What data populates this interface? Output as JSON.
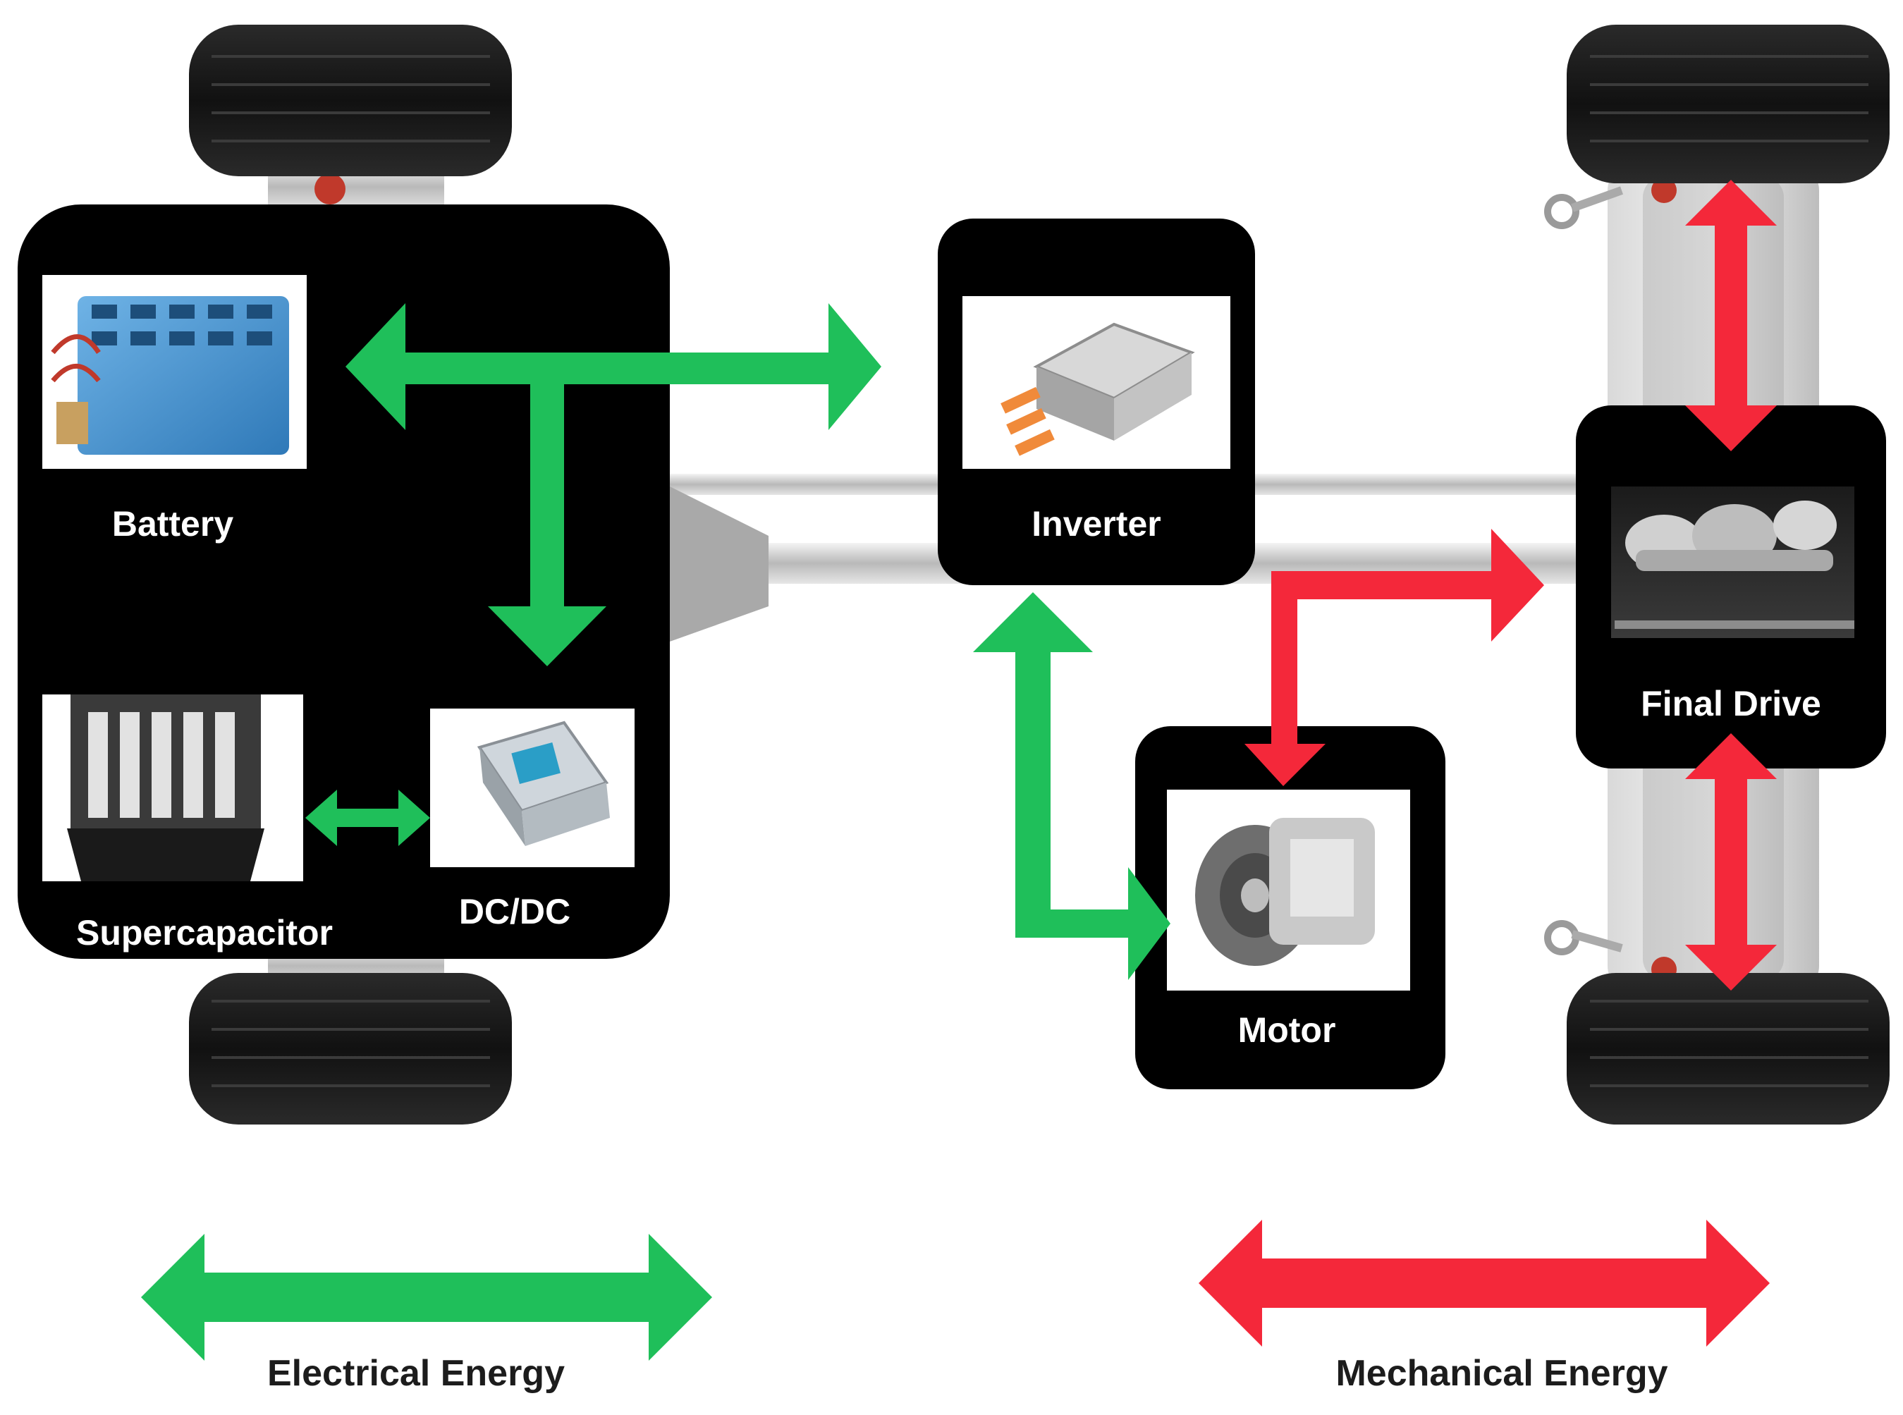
{
  "colors": {
    "electrical": "#1fbf5a",
    "mechanical": "#f4283a",
    "box": "#000000",
    "label_on_dark": "#ffffff",
    "label_on_light": "#1c1c1c"
  },
  "components": {
    "battery": {
      "label": "Battery",
      "icon": "battery-pack-icon"
    },
    "supercapacitor": {
      "label": "Supercapacitor",
      "icon": "supercapacitor-icon"
    },
    "dcdc": {
      "label": "DC/DC",
      "icon": "dcdc-converter-icon"
    },
    "inverter": {
      "label": "Inverter",
      "icon": "inverter-icon"
    },
    "motor": {
      "label": "Motor",
      "icon": "electric-motor-icon"
    },
    "final_drive": {
      "label": "Final Drive",
      "icon": "final-drive-gearbox-icon"
    }
  },
  "legend": {
    "electrical_label": "Electrical Energy",
    "mechanical_label": "Mechanical Energy"
  }
}
